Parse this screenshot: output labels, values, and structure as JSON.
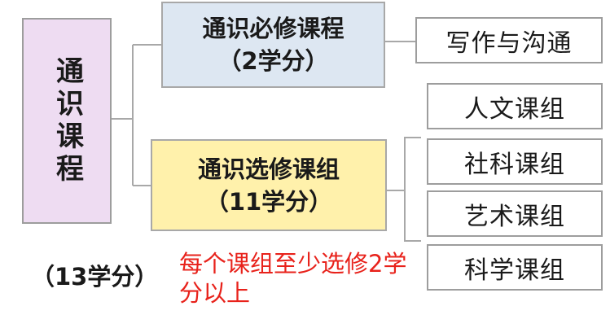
{
  "root": {
    "label": "通识课程"
  },
  "required": {
    "title": "通识必修课程",
    "credits": "（2学分）"
  },
  "elective": {
    "title": "通识选修课组",
    "credits": "（11学分）"
  },
  "leaves": {
    "writing": "写作与沟通",
    "humanities": "人文课组",
    "social": "社科课组",
    "art": "艺术课组",
    "science": "科学课组"
  },
  "total_credits": "（13学分）",
  "elective_note": "每个课组至少选修2学分以上",
  "colors": {
    "root_fill": "#eedcf2",
    "required_fill": "#dde7f2",
    "elective_fill": "#fff1ab",
    "note_text": "#e8221b",
    "connector": "#a8a8a8"
  }
}
